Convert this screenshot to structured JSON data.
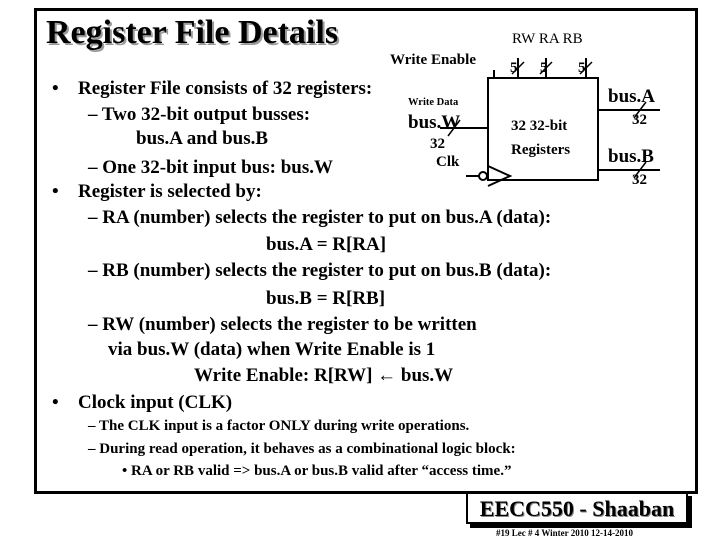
{
  "slide": {
    "title": "Register File Details",
    "bullets": [
      {
        "text": "Register File consists of 32 registers:"
      },
      {
        "text": "Register is selected by:"
      },
      {
        "text": "Clock input (CLK)"
      }
    ],
    "sub": {
      "busses": "– Two 32-bit output busses:",
      "busses_cont": "bus.A  and  bus.B",
      "input_bus": "– One 32-bit input bus: bus.W",
      "ra": "– RA (number) selects the register to put on bus.A (data):",
      "ra_eq": "bus.A = R[RA]",
      "rb": "– RB (number) selects the register to put on bus.B (data):",
      "rb_eq": "bus.B = R[RB]",
      "rw": "– RW (number) selects the register to be  written",
      "rw_cont": "via bus.W (data) when Write Enable is 1",
      "rw_eq": "Write Enable:    R[RW] ←  bus.W",
      "clk1": "– The CLK input is a factor ONLY during write operations.",
      "clk2": "– During read operation, it behaves as a combinational logic block:",
      "clk3": "• RA or RB valid => bus.A or  bus.B valid after “access time.”"
    }
  },
  "diagram": {
    "rw_ra_rb": "RW  RA  RB",
    "write_enable": "Write Enable",
    "w5a": "5",
    "w5b": "5",
    "w5c": "5",
    "write_data": "Write Data",
    "busw": "bus.W",
    "busw_width": "32",
    "clk": "Clk",
    "reg_line1": "32 32-bit",
    "reg_line2": "Registers",
    "busa": "bus.A",
    "busa_width": "32",
    "busb": "bus.B",
    "busb_width": "32"
  },
  "footer": {
    "course": "EECC550 - Shaaban",
    "meta": "#19   Lec # 4   Winter 2010  12-14-2010"
  }
}
